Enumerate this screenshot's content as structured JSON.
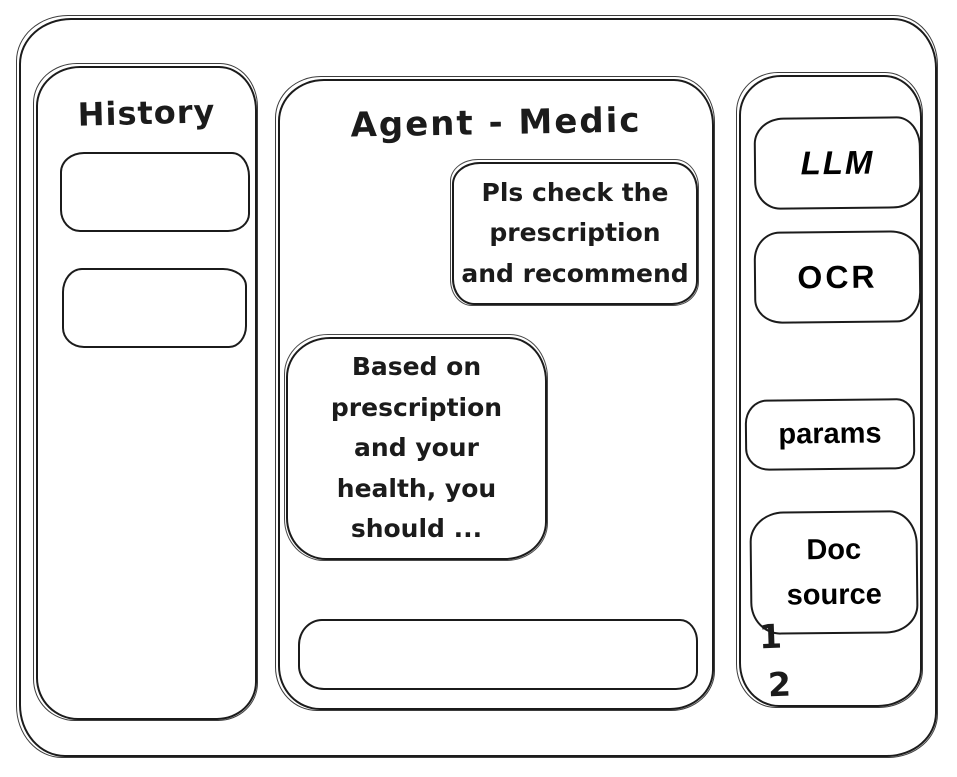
{
  "window": {
    "ink_color": "#1b1b1b",
    "background_color": "#ffffff"
  },
  "history": {
    "title": "History",
    "items": [
      "",
      ""
    ]
  },
  "chat": {
    "title": "Agent - Medic",
    "messages": [
      {
        "role": "user",
        "text": "Pls check the\nprescription\nand recommend"
      },
      {
        "role": "assistant",
        "text": "Based on\nprescription\nand your\nhealth, you\nshould ..."
      }
    ],
    "input": {
      "value": ""
    }
  },
  "tools": {
    "buttons": [
      {
        "id": "llm",
        "label": "LLM"
      },
      {
        "id": "ocr",
        "label": "OCR"
      },
      {
        "id": "params",
        "label": "params"
      },
      {
        "id": "doc-source",
        "label": "Doc\nsource"
      }
    ],
    "doc_items": [
      "1",
      "2"
    ]
  }
}
